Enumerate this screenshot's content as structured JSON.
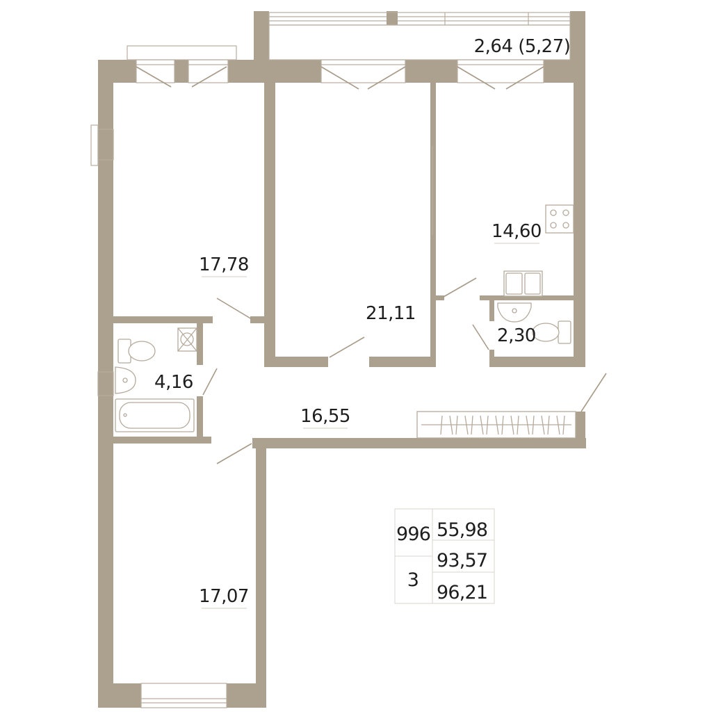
{
  "rooms": {
    "room_left_top": "17,78",
    "room_middle": "21,11",
    "room_kitchen": "14,60",
    "room_wc": "2,30",
    "room_bath": "4,16",
    "room_hall": "16,55",
    "room_left_bottom": "17,07",
    "room_balcony": "2,64 (5,27)"
  },
  "summary": {
    "apartment_number": "996",
    "room_count": "3",
    "area_1": "55,98",
    "area_2": "93,57",
    "area_3": "96,21"
  },
  "colors": {
    "wall": "#aca08e",
    "fixture_stroke": "#b5aa9c",
    "text": "#1e1e1e"
  }
}
